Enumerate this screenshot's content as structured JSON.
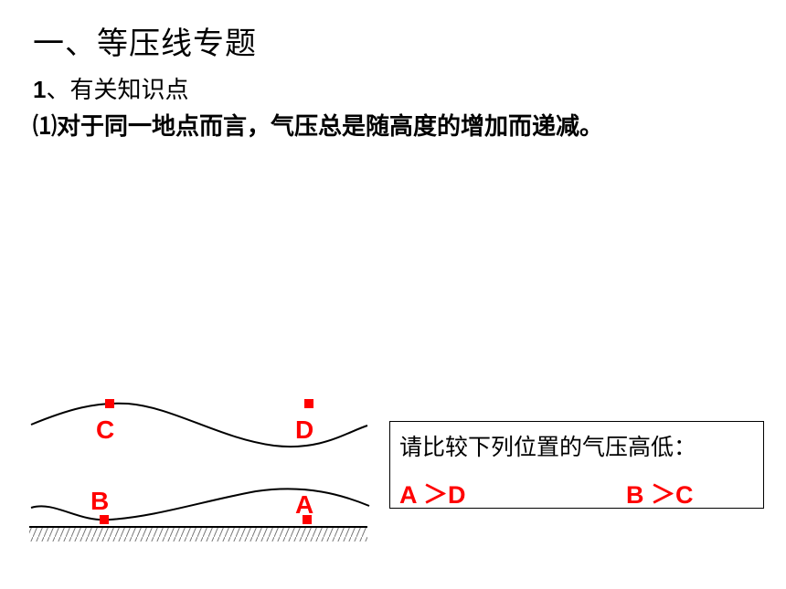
{
  "slide": {
    "title": "一、等压线专题",
    "subtitle_number": "1",
    "subtitle_text": "、有关知识点",
    "point_text": "⑴对于同一地点而言，气压总是随高度的增加而递减。"
  },
  "diagram": {
    "labels": {
      "C": "C",
      "D": "D",
      "B": "B",
      "A": "A"
    },
    "marker_color": "#ff0000",
    "line_color": "#000000"
  },
  "question_box": {
    "prompt": "请比较下列位置的气压高低：",
    "comparison_1": "A ＞D",
    "comparison_2": "B ＞C"
  }
}
